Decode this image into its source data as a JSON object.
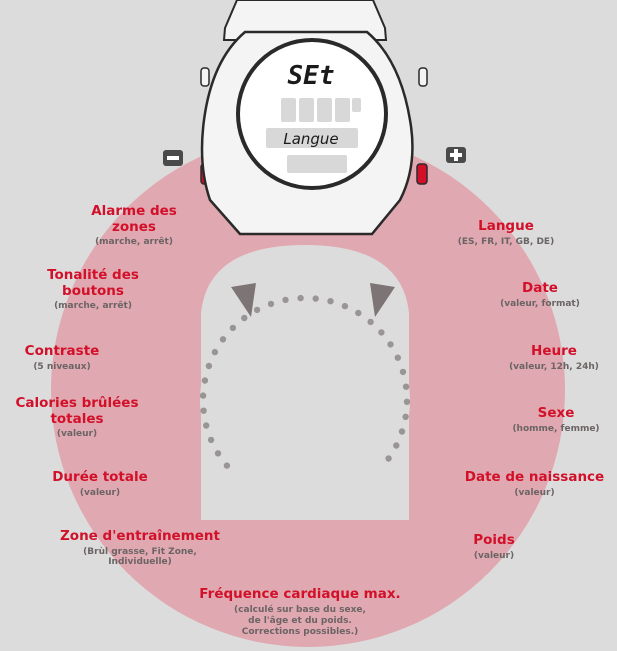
{
  "watch": {
    "mode_text": "SEt",
    "menu_text": "Langue"
  },
  "buttons": {
    "minus": "minus",
    "plus": "plus"
  },
  "left_items": [
    {
      "title": "Alarme des zones",
      "sub": "(marche, arrêt)"
    },
    {
      "title": "Tonalité des boutons",
      "sub": "(marche, arrêt)"
    },
    {
      "title": "Contraste",
      "sub": "(5 niveaux)"
    },
    {
      "title": "Calories brûlées totales",
      "sub": "(valeur)"
    },
    {
      "title": "Durée totale",
      "sub": "(valeur)"
    },
    {
      "title": "Zone d'entraînement",
      "sub": "(Brùl grasse, Fit Zone, Individuelle)"
    }
  ],
  "right_items": [
    {
      "title": "Langue",
      "sub": "(ES, FR, IT, GB, DE)"
    },
    {
      "title": "Date",
      "sub": "(valeur, format)"
    },
    {
      "title": "Heure",
      "sub": "(valeur, 12h, 24h)"
    },
    {
      "title": "Sexe",
      "sub": "(homme, femme)"
    },
    {
      "title": "Date de naissance",
      "sub": "(valeur)"
    },
    {
      "title": "Poids",
      "sub": "(valeur)"
    }
  ],
  "bottom_item": {
    "title": "Fréquence cardiaque max.",
    "sub_lines": [
      "(calculé sur base du sexe,",
      "de l'âge et du poids.",
      "Corrections possibles.)"
    ]
  },
  "colors": {
    "background": "#dddcdc",
    "ring": "#e0a8b0",
    "accent": "#d2102a",
    "subtext": "#6b6464",
    "dots": "#9a9595"
  }
}
